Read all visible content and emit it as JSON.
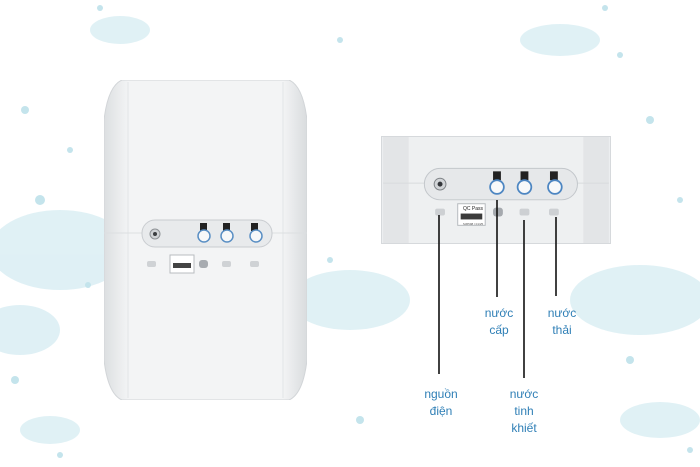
{
  "scene": {
    "background": "#ffffff",
    "splash_color": "#cfe9ef",
    "device_color": "#f2f3f4",
    "accent": "#2f7fb6"
  },
  "sticker": {
    "line1": "QC Pass",
    "line2": "S36598 / 01/25"
  },
  "labels": {
    "power": [
      "nguồn",
      "điện"
    ],
    "supply": [
      "nước",
      "cấp"
    ],
    "pure": [
      "nước",
      "tinh",
      "khiết"
    ],
    "waste": [
      "nước",
      "thải"
    ]
  }
}
